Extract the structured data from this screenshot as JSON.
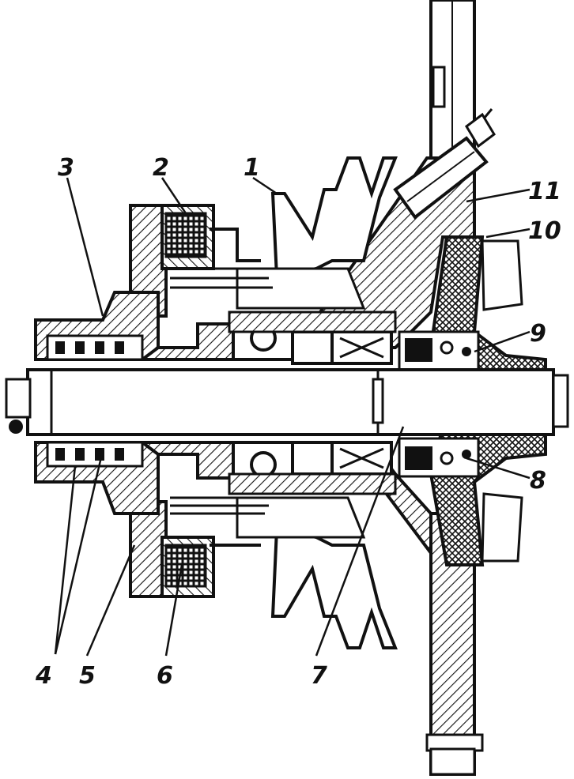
{
  "colors": {
    "ink": "#111111",
    "paper": "#ffffff"
  },
  "callouts": [
    {
      "id": "1",
      "text": "1"
    },
    {
      "id": "2",
      "text": "2"
    },
    {
      "id": "3",
      "text": "3"
    },
    {
      "id": "4",
      "text": "4"
    },
    {
      "id": "5",
      "text": "5"
    },
    {
      "id": "6",
      "text": "6"
    },
    {
      "id": "7",
      "text": "7"
    },
    {
      "id": "8",
      "text": "8"
    },
    {
      "id": "9",
      "text": "9"
    },
    {
      "id": "10",
      "text": "10"
    },
    {
      "id": "11",
      "text": "11"
    }
  ]
}
